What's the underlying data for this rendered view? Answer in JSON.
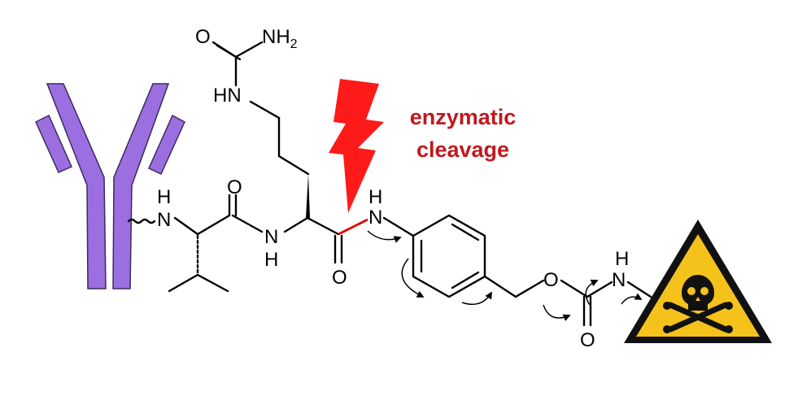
{
  "caption": {
    "line1": "enzymatic",
    "line2": "cleavage",
    "color": "#c0181f"
  },
  "atoms": {
    "urea_o": "O",
    "urea_n": "NH",
    "urea_n_sub": "2",
    "urea_hn": "HN",
    "amide1_o": "O",
    "amine_h": "H",
    "amine_n": "N",
    "amide2_n": "N",
    "amide2_h": "H",
    "cleavage_o": "O",
    "aniline_h": "H",
    "aniline_n": "N",
    "ether_o": "O",
    "carbamate_o": "O",
    "carbamate_h": "H",
    "carbamate_n": "N"
  },
  "colors": {
    "antibody": "#9b6fe0",
    "bolt": "#ff1a1a",
    "cleaved_bond": "#e00000",
    "hazard_fill": "#f4c21b"
  },
  "icons": {
    "antibody": "antibody-icon",
    "bolt": "lightning-bolt-icon",
    "hazard": "toxic-hazard-icon"
  }
}
